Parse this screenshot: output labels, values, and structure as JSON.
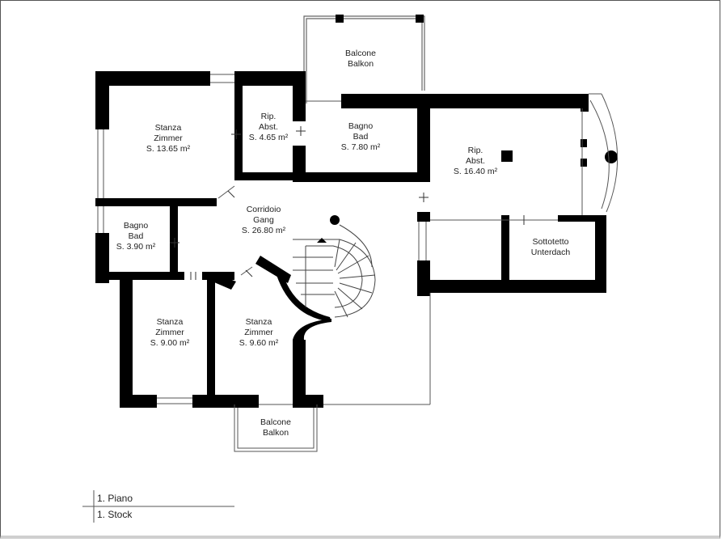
{
  "rooms": {
    "stanza_1": {
      "it": "Stanza",
      "de": "Zimmer",
      "area": "S. 13.65 m²"
    },
    "rip_1": {
      "it": "Rip.",
      "de": "Abst.",
      "area": "S. 4.65 m²"
    },
    "bagno_1": {
      "it": "Bagno",
      "de": "Bad",
      "area": "S. 7.80 m²"
    },
    "rip_2": {
      "it": "Rip.",
      "de": "Abst.",
      "area": "S. 16.40 m²"
    },
    "balcone_top": {
      "it": "Balcone",
      "de": "Balkon"
    },
    "corridoio": {
      "it": "Corridoio",
      "de": "Gang",
      "area": "S. 26.80 m²"
    },
    "bagno_2": {
      "it": "Bagno",
      "de": "Bad",
      "area": "S. 3.90 m²"
    },
    "stanza_2": {
      "it": "Stanza",
      "de": "Zimmer",
      "area": "S. 9.00 m²"
    },
    "stanza_3": {
      "it": "Stanza",
      "de": "Zimmer",
      "area": "S. 9.60 m²"
    },
    "sottotetto": {
      "it": "Sottotetto",
      "de": "Unterdach"
    },
    "balcone_bottom": {
      "it": "Balcone",
      "de": "Balkon"
    }
  },
  "legend": {
    "line1": "1. Piano",
    "line2": "1. Stock"
  },
  "colors": {
    "wall": "#000000",
    "thin_line": "#444444",
    "background": "#ffffff"
  }
}
